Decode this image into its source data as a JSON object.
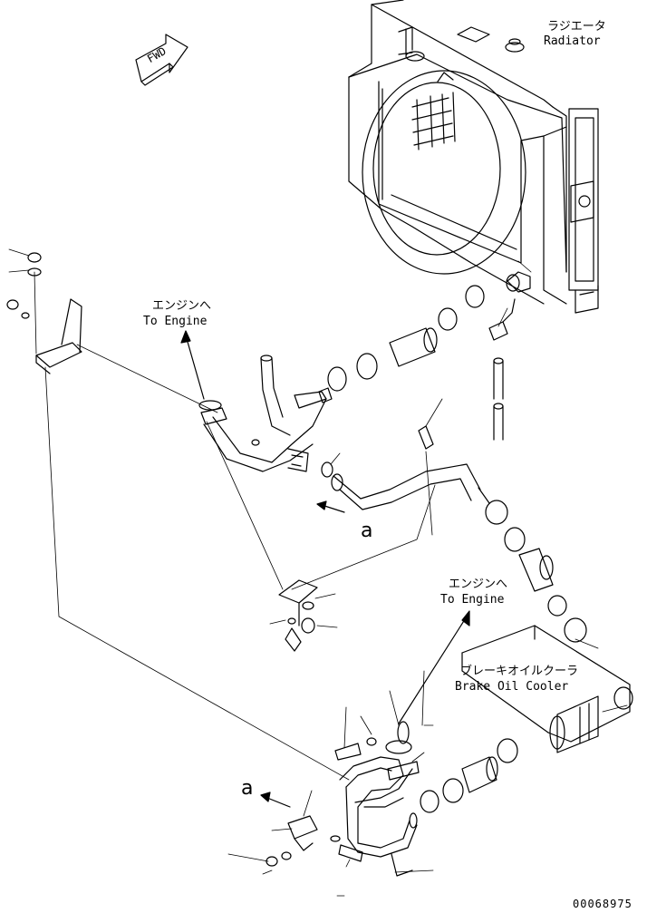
{
  "labels": {
    "radiator_ja": "ラジエータ",
    "radiator_en": "Radiator",
    "to_engine_top_ja": "エンジンへ",
    "to_engine_top_en": "To Engine",
    "to_engine_bottom_ja": "エンジンへ",
    "to_engine_bottom_en": "To Engine",
    "brake_cooler_ja": "ブレーキオイルクーラ",
    "brake_cooler_en": "Brake Oil Cooler",
    "fwd": "FWD",
    "ref_a_upper": "a",
    "ref_a_lower": "a",
    "drawing_number": "00068975"
  }
}
